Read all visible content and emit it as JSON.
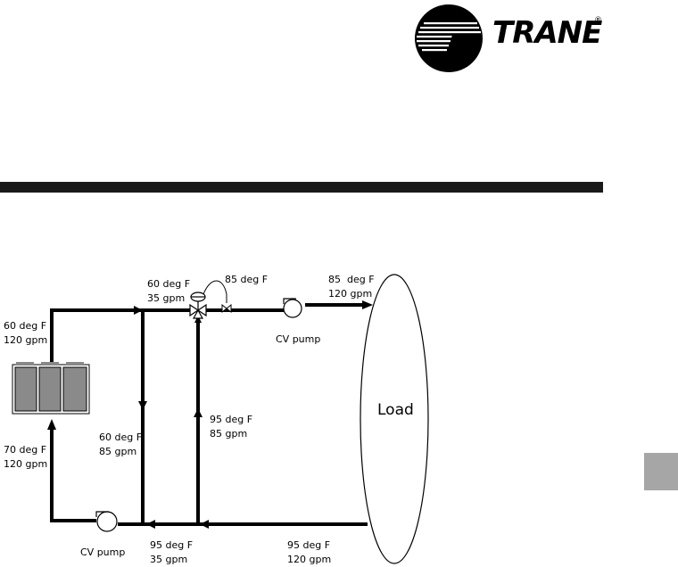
{
  "header": {
    "brand": "TRANE",
    "registered": "®",
    "colors": {
      "logo": "#000000",
      "rule": "#1a1a1a",
      "tab": "#a6a6a6"
    }
  },
  "diagram": {
    "labels": {
      "chiller_out_temp": "60 deg F",
      "chiller_out_flow": "120 gpm",
      "chiller_in_temp": "70 deg F",
      "chiller_in_flow": "120 gpm",
      "supply_top_temp": "60 deg F",
      "supply_top_flow": "35 gpm",
      "valve_out_temp": "85 deg F",
      "to_load_temp": "85  deg F",
      "to_load_flow": "120 gpm",
      "bypass_temp": "60 deg F",
      "bypass_flow": "85 gpm",
      "recirc_temp": "95 deg F",
      "recirc_flow": "85 gpm",
      "return_mid_temp": "95 deg F",
      "return_mid_flow": "35 gpm",
      "return_load_temp": "95 deg F",
      "return_load_flow": "120 gpm",
      "load": "Load",
      "cv_pump_top": "CV pump",
      "cv_pump_bottom": "CV pump"
    },
    "icons": [
      "chiller-icon",
      "cv-pump-icon",
      "three-way-valve-icon",
      "temperature-sensor-icon",
      "load-icon"
    ]
  }
}
